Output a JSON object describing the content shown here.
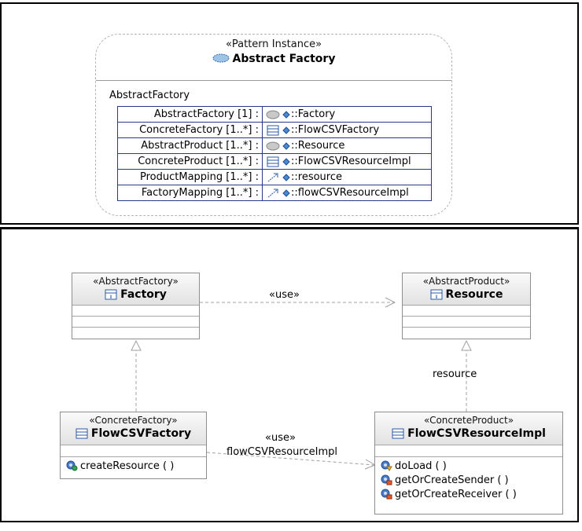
{
  "pattern_instance": {
    "stereotype": "«Pattern Instance»",
    "name": "Abstract Factory",
    "section_title": "AbstractFactory",
    "parameters": [
      {
        "label": "AbstractFactory [1] :",
        "icon": "interface-icon",
        "value": "::Factory"
      },
      {
        "label": "ConcreteFactory [1..*] :",
        "icon": "class-icon",
        "value": "::FlowCSVFactory"
      },
      {
        "label": "AbstractProduct [1..*] :",
        "icon": "interface-icon",
        "value": "::Resource"
      },
      {
        "label": "ConcreteProduct [1..*] :",
        "icon": "class-icon",
        "value": "::FlowCSVResourceImpl"
      },
      {
        "label": "ProductMapping [1..*] :",
        "icon": "dependency-icon",
        "value": "::resource"
      },
      {
        "label": "FactoryMapping [1..*] :",
        "icon": "dependency-icon",
        "value": "::flowCSVResourceImpl"
      }
    ]
  },
  "classes": {
    "factory": {
      "stereotype": "«AbstractFactory»",
      "name": "Factory"
    },
    "resource": {
      "stereotype": "«AbstractProduct»",
      "name": "Resource"
    },
    "flowcsvfactory": {
      "stereotype": "«ConcreteFactory»",
      "name": "FlowCSVFactory",
      "operations": [
        "createResource ( )"
      ]
    },
    "flowcsvresourceimpl": {
      "stereotype": "«ConcreteProduct»",
      "name": "FlowCSVResourceImpl",
      "operations": [
        "doLoad ( )",
        "getOrCreateSender ( )",
        "getOrCreateReceiver ( )"
      ]
    }
  },
  "connectors": {
    "use_top": "«use»",
    "use_bottom": "«use»",
    "use_bottom_name": "flowCSVResourceImpl",
    "realization_right": "resource"
  },
  "colors": {
    "table_border": "#263c8a",
    "class_border": "#8e8e8e",
    "connector": "#a0a0a0"
  }
}
